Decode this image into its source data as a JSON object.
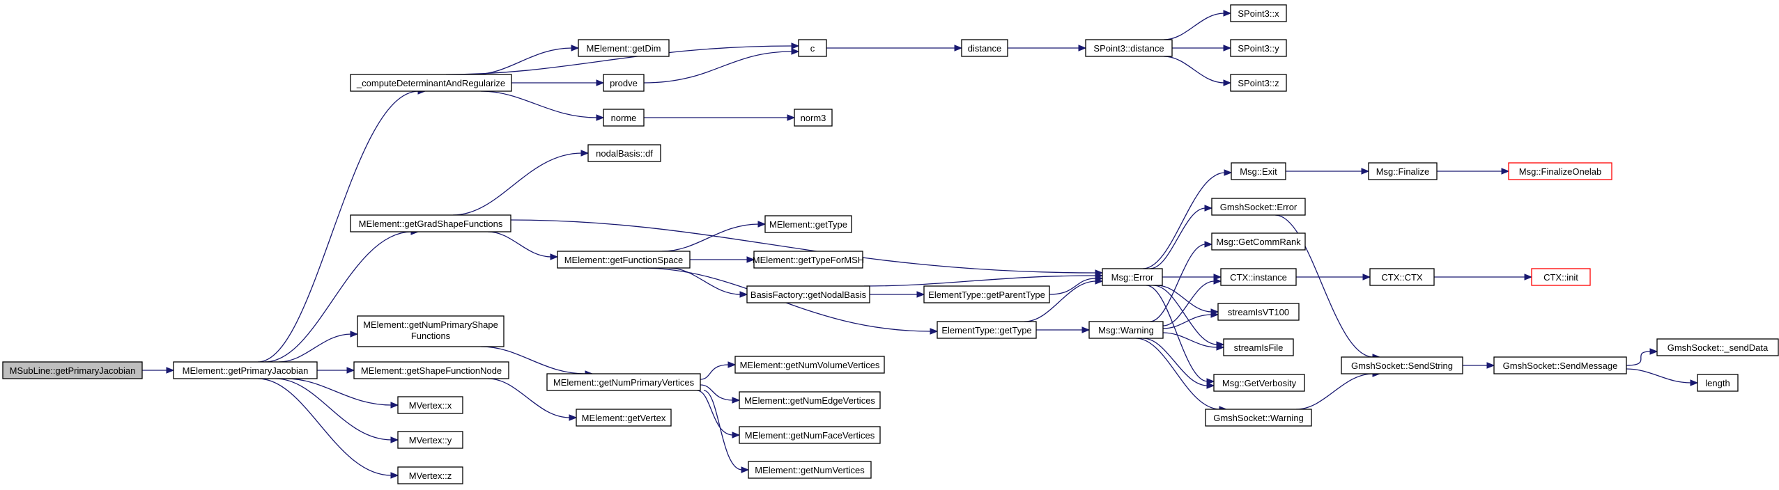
{
  "nodes": {
    "root": {
      "label": "MSubLine::getPrimaryJacobian"
    },
    "getPrimaryJacobian": {
      "label": "MElement::getPrimaryJacobian"
    },
    "computeDet": {
      "label": "_computeDeterminantAndRegularize"
    },
    "getGradShape": {
      "label": "MElement::getGradShapeFunctions"
    },
    "getNumPrimaryShape": {
      "label": "MElement::getNumPrimaryShape",
      "label2": "Functions"
    },
    "getShapeFunctionNode": {
      "label": "MElement::getShapeFunctionNode"
    },
    "vx": {
      "label": "MVertex::x"
    },
    "vy": {
      "label": "MVertex::y"
    },
    "vz": {
      "label": "MVertex::z"
    },
    "getDim": {
      "label": "MElement::getDim"
    },
    "c": {
      "label": "c"
    },
    "prodve": {
      "label": "prodve"
    },
    "norme": {
      "label": "norme"
    },
    "norm3": {
      "label": "norm3"
    },
    "distance": {
      "label": "distance"
    },
    "spDistance": {
      "label": "SPoint3::distance"
    },
    "spx": {
      "label": "SPoint3::x"
    },
    "spy": {
      "label": "SPoint3::y"
    },
    "spz": {
      "label": "SPoint3::z"
    },
    "nodalDf": {
      "label": "nodalBasis::df"
    },
    "getFunctionSpace": {
      "label": "MElement::getFunctionSpace"
    },
    "getType": {
      "label": "MElement::getType"
    },
    "getTypeForMSH": {
      "label": "MElement::getTypeForMSH"
    },
    "getNodalBasis": {
      "label": "BasisFactory::getNodalBasis"
    },
    "getParentType": {
      "label": "ElementType::getParentType"
    },
    "etGetType": {
      "label": "ElementType::getType"
    },
    "getNumPrimaryVertices": {
      "label": "MElement::getNumPrimaryVertices"
    },
    "getVertex": {
      "label": "MElement::getVertex"
    },
    "getNumVolumeVertices": {
      "label": "MElement::getNumVolumeVertices"
    },
    "getNumEdgeVertices": {
      "label": "MElement::getNumEdgeVertices"
    },
    "getNumFaceVertices": {
      "label": "MElement::getNumFaceVertices"
    },
    "getNumVertices": {
      "label": "MElement::getNumVertices"
    },
    "msgError": {
      "label": "Msg::Error"
    },
    "msgWarning": {
      "label": "Msg::Warning"
    },
    "msgExit": {
      "label": "Msg::Exit"
    },
    "msgFinalize": {
      "label": "Msg::Finalize"
    },
    "msgFinalizeOnelab": {
      "label": "Msg::FinalizeOnelab"
    },
    "gsError": {
      "label": "GmshSocket::Error"
    },
    "getCommRank": {
      "label": "Msg::GetCommRank"
    },
    "ctxInstance": {
      "label": "CTX::instance"
    },
    "ctxCtx": {
      "label": "CTX::CTX"
    },
    "ctxInit": {
      "label": "CTX::init"
    },
    "streamVT100": {
      "label": "streamIsVT100"
    },
    "streamFile": {
      "label": "streamIsFile"
    },
    "getVerbosity": {
      "label": "Msg::GetVerbosity"
    },
    "gsWarning": {
      "label": "GmshSocket::Warning"
    },
    "gsSendString": {
      "label": "GmshSocket::SendString"
    },
    "gsSendMessage": {
      "label": "GmshSocket::SendMessage"
    },
    "gsSendData": {
      "label": "GmshSocket::_sendData"
    },
    "length": {
      "label": "length"
    }
  },
  "colors": {
    "edge": "#191970",
    "border": "#000000",
    "root_fill": "#bfbfbf",
    "truncated_border": "#ff0000"
  }
}
